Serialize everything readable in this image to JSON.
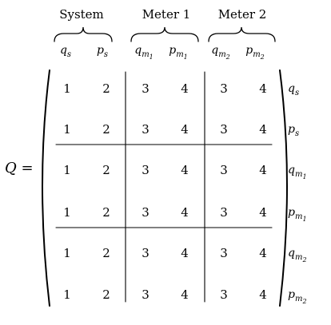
{
  "matrix_symbol": "Q",
  "equals_sign": "=",
  "groups": [
    {
      "label": "System",
      "cols": [
        {
          "base": "q",
          "sub": "s"
        },
        {
          "base": "p",
          "sub": "s"
        }
      ]
    },
    {
      "label": "Meter 1",
      "cols": [
        {
          "base": "q",
          "sub": "m",
          "subsub": "1"
        },
        {
          "base": "p",
          "sub": "m",
          "subsub": "1"
        }
      ]
    },
    {
      "label": "Meter 2",
      "cols": [
        {
          "base": "q",
          "sub": "m",
          "subsub": "2"
        },
        {
          "base": "p",
          "sub": "m",
          "subsub": "2"
        }
      ]
    }
  ],
  "row_labels": [
    {
      "base": "q",
      "sub": "s"
    },
    {
      "base": "p",
      "sub": "s"
    },
    {
      "base": "q",
      "sub": "m",
      "subsub": "1"
    },
    {
      "base": "p",
      "sub": "m",
      "subsub": "1"
    },
    {
      "base": "q",
      "sub": "m",
      "subsub": "2"
    },
    {
      "base": "p",
      "sub": "m",
      "subsub": "2"
    }
  ],
  "rows": [
    [
      "1",
      "2",
      "3",
      "4",
      "3",
      "4"
    ],
    [
      "1",
      "2",
      "3",
      "4",
      "3",
      "4"
    ],
    [
      "1",
      "2",
      "3",
      "4",
      "3",
      "4"
    ],
    [
      "1",
      "2",
      "3",
      "4",
      "3",
      "4"
    ],
    [
      "1",
      "2",
      "3",
      "4",
      "3",
      "4"
    ],
    [
      "1",
      "2",
      "3",
      "4",
      "3",
      "4"
    ]
  ]
}
